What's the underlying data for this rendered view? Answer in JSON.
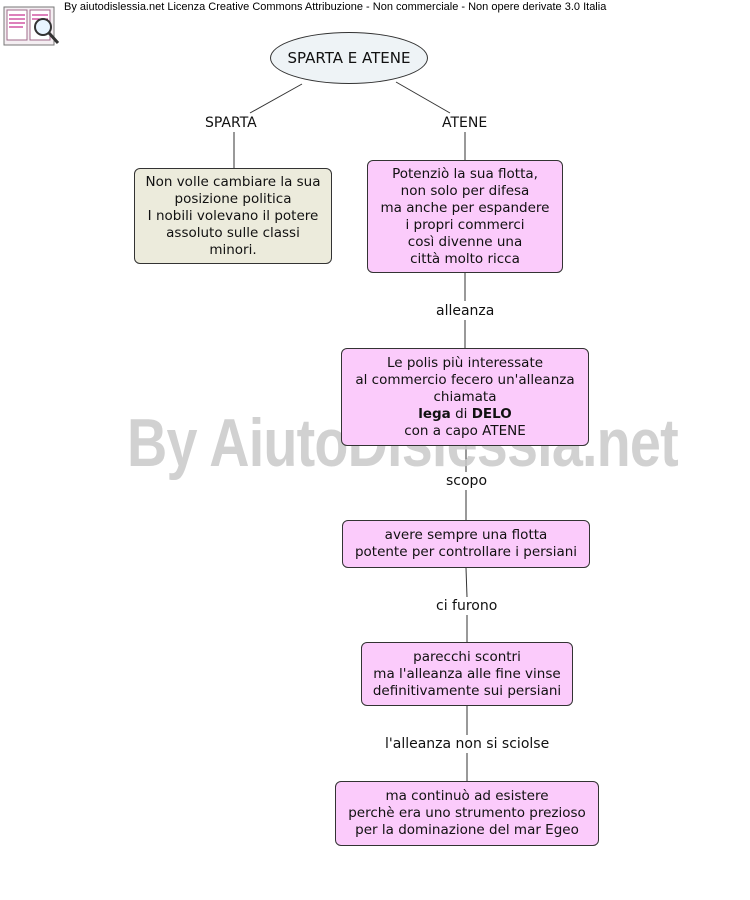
{
  "header": {
    "credit": "By aiutodislessia.net Licenza Creative Commons Attribuzione - Non commerciale - Non opere derivate 3.0 Italia"
  },
  "watermark": "By AiutoDislessia.net",
  "map": {
    "root": "SPARTA E ATENE",
    "links": {
      "sparta": "SPARTA",
      "atene": "ATENE",
      "alleanza": "alleanza",
      "scopo": "scopo",
      "ci_furono": "ci furono",
      "non_si_sciolse": "l'alleanza non si sciolse"
    },
    "sparta_box": [
      "Non volle cambiare la sua",
      "posizione politica",
      "I nobili volevano il potere",
      "assoluto sulle classi",
      "minori."
    ],
    "atene_box": [
      "Potenziò la sua flotta,",
      "non solo per difesa",
      "ma anche per espandere",
      "i propri commerci",
      "così divenne una",
      "città  molto ricca"
    ],
    "delo_box": {
      "line1": "Le polis più interessate",
      "line2": "al commercio fecero un'alleanza",
      "line3": "chiamata",
      "line4_bold1": "lega",
      "line4_mid": "di",
      "line4_bold2": "DELO",
      "line5": "con a capo ATENE"
    },
    "scopo_box": [
      "avere sempre una flotta",
      "potente per controllare i persiani"
    ],
    "scontri_box": [
      "parecchi scontri",
      "ma l'alleanza alle fine vinse",
      "definitivamente sui persiani"
    ],
    "egeo_box": [
      "ma continuò ad esistere",
      "perchè era uno strumento prezioso",
      "per la dominazione del mar Egeo"
    ]
  },
  "colors": {
    "pink": "#fbcbfb",
    "beige": "#ecebdc",
    "root": "#eef3f6",
    "watermark": "#c9c9c9"
  }
}
